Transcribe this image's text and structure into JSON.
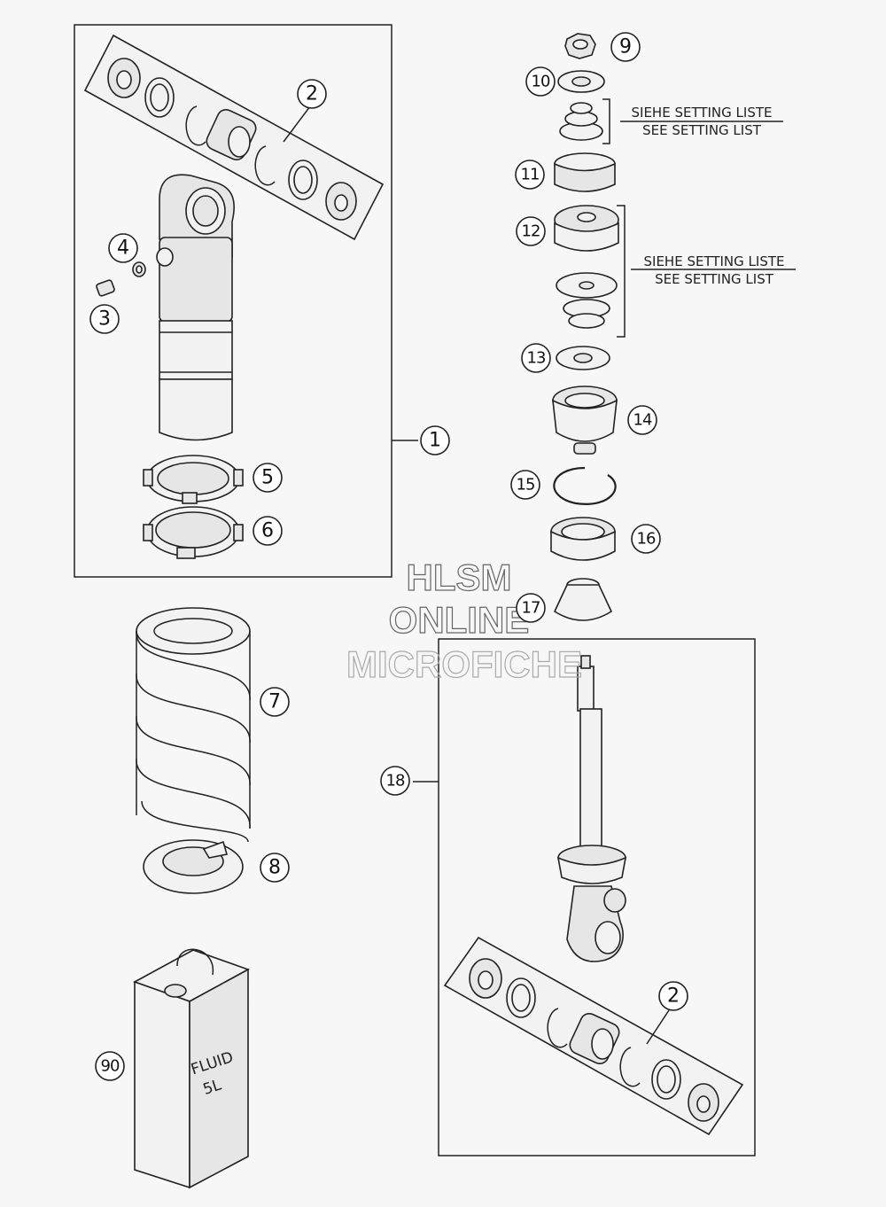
{
  "callouts": {
    "c1": "1",
    "c2a": "2",
    "c2b": "2",
    "c3": "3",
    "c4": "4",
    "c5": "5",
    "c6": "6",
    "c7": "7",
    "c8": "8",
    "c9": "9",
    "c10": "10",
    "c11": "11",
    "c12": "12",
    "c13": "13",
    "c14": "14",
    "c15": "15",
    "c16": "16",
    "c17": "17",
    "c18": "18",
    "c90": "90"
  },
  "notes": {
    "setting_de_1": "SIEHE SETTING LISTE",
    "setting_en_1": "SEE SETTING LIST",
    "setting_de_2": "SIEHE SETTING LISTE",
    "setting_en_2": "SEE SETTING LIST"
  },
  "can_label": {
    "line1": "FLUID",
    "line2": "5L"
  },
  "watermark": {
    "line1": "HLSM",
    "line2": "ONLINE",
    "line3": "MICROFICHE"
  }
}
